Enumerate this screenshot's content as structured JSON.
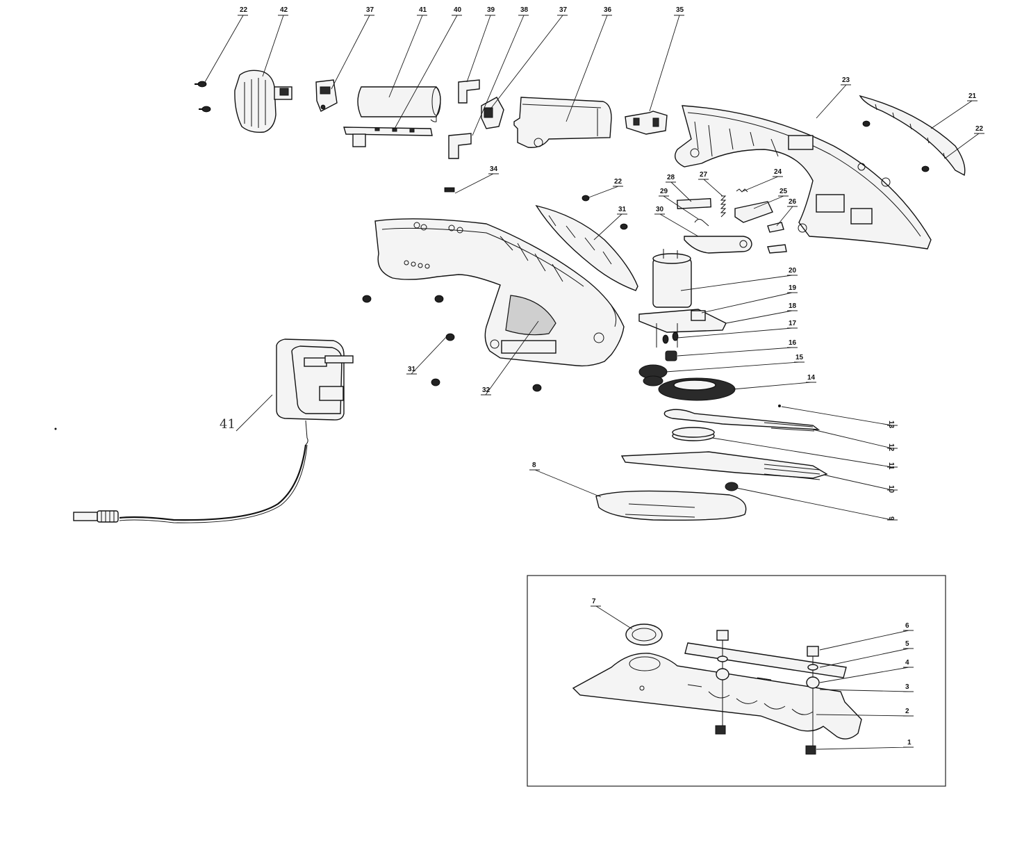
{
  "diagram": {
    "adapter_label": "41",
    "callouts": [
      {
        "id": "c-22a",
        "label": "22"
      },
      {
        "id": "c-42",
        "label": "42"
      },
      {
        "id": "c-37a",
        "label": "37"
      },
      {
        "id": "c-41a",
        "label": "41"
      },
      {
        "id": "c-40",
        "label": "40"
      },
      {
        "id": "c-39",
        "label": "39"
      },
      {
        "id": "c-38",
        "label": "38"
      },
      {
        "id": "c-37b",
        "label": "37"
      },
      {
        "id": "c-36",
        "label": "36"
      },
      {
        "id": "c-35",
        "label": "35"
      },
      {
        "id": "c-23",
        "label": "23"
      },
      {
        "id": "c-21",
        "label": "21"
      },
      {
        "id": "c-22b",
        "label": "22"
      },
      {
        "id": "c-34",
        "label": "34"
      },
      {
        "id": "c-22c",
        "label": "22"
      },
      {
        "id": "c-28",
        "label": "28"
      },
      {
        "id": "c-27",
        "label": "27"
      },
      {
        "id": "c-24",
        "label": "24"
      },
      {
        "id": "c-29",
        "label": "29"
      },
      {
        "id": "c-25",
        "label": "25"
      },
      {
        "id": "c-26",
        "label": "26"
      },
      {
        "id": "c-31a",
        "label": "31"
      },
      {
        "id": "c-30",
        "label": "30"
      },
      {
        "id": "c-20",
        "label": "20"
      },
      {
        "id": "c-19",
        "label": "19"
      },
      {
        "id": "c-18",
        "label": "18"
      },
      {
        "id": "c-17",
        "label": "17"
      },
      {
        "id": "c-16",
        "label": "16"
      },
      {
        "id": "c-15",
        "label": "15"
      },
      {
        "id": "c-14",
        "label": "14"
      },
      {
        "id": "c-31b",
        "label": "31"
      },
      {
        "id": "c-32",
        "label": "32"
      },
      {
        "id": "c-13",
        "label": "13"
      },
      {
        "id": "c-12",
        "label": "12"
      },
      {
        "id": "c-11",
        "label": "11"
      },
      {
        "id": "c-10",
        "label": "10"
      },
      {
        "id": "c-8",
        "label": "8"
      },
      {
        "id": "c-9",
        "label": "9"
      },
      {
        "id": "c-i7",
        "label": "7"
      },
      {
        "id": "c-i6",
        "label": "6"
      },
      {
        "id": "c-i5",
        "label": "5"
      },
      {
        "id": "c-i4",
        "label": "4"
      },
      {
        "id": "c-i3",
        "label": "3"
      },
      {
        "id": "c-i2",
        "label": "2"
      },
      {
        "id": "c-i1",
        "label": "1"
      }
    ]
  }
}
